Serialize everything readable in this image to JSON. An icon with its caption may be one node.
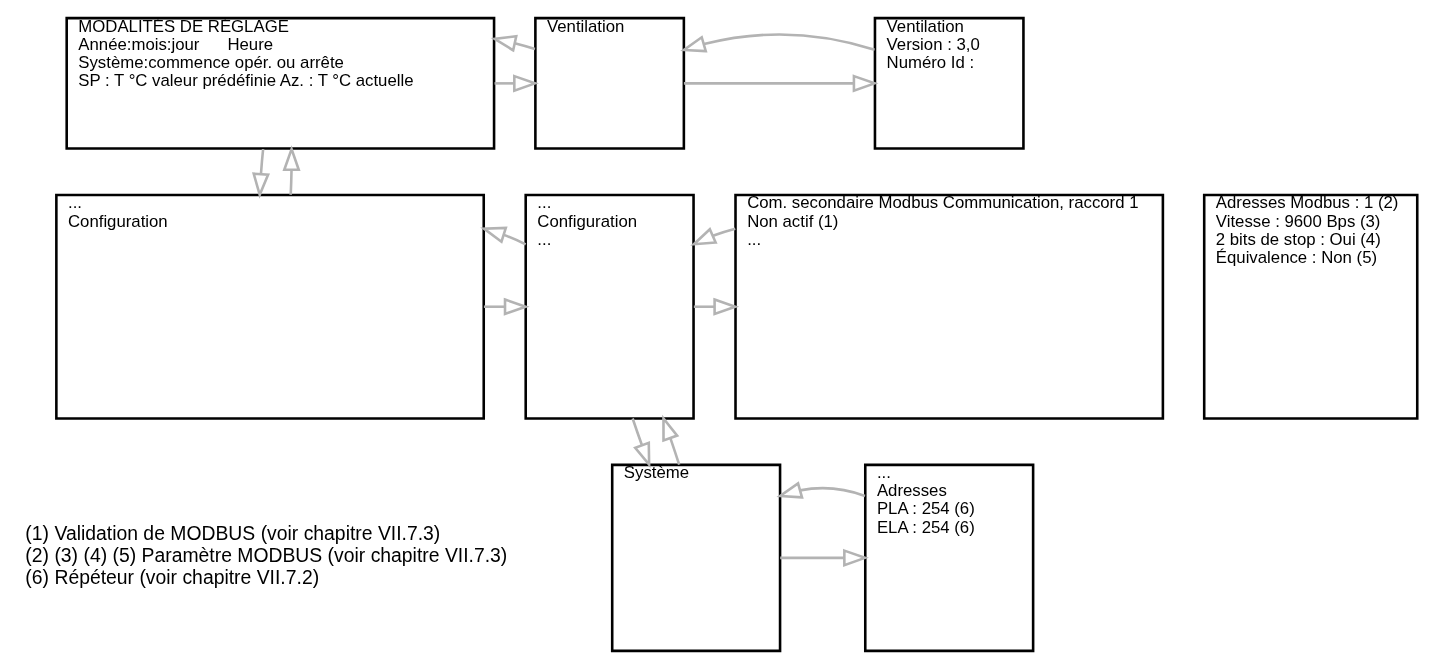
{
  "diagram": {
    "nodes": [
      {
        "text": [
          "MODALITÉS DE RÉGLAGE",
          "Année:mois:jour      Heure",
          "Système:commence opér. ou arrête",
          "SP : T °C valeur prédéfinie Az. : T °C actuelle"
        ]
      },
      {
        "text": [
          "Ventilation"
        ]
      },
      {
        "text": [
          "Ventilation",
          "Version : 3,0",
          "Numéro Id :"
        ]
      },
      {
        "text": [
          "...",
          "Configuration"
        ]
      },
      {
        "text": [
          "...",
          "Configuration",
          "..."
        ]
      },
      {
        "text": [
          "Com. secondaire Modbus Communication, raccord 1",
          "Non actif (1)",
          "..."
        ]
      },
      {
        "text": [
          "Adresses Modbus : 1 (2)",
          "Vitesse : 9600 Bps (3)",
          "2 bits de stop : Oui (4)",
          "Équivalence : Non (5)"
        ]
      },
      {
        "text": [
          "Système"
        ]
      },
      {
        "text": [
          "...",
          "Adresses",
          "PLA : 254 (6)",
          "ELA : 254 (6)"
        ]
      }
    ],
    "edges": [
      {
        "from": 0,
        "to": 1,
        "arrow": "to"
      },
      {
        "from": 1,
        "to": 0,
        "arrow": "to"
      },
      {
        "from": 1,
        "to": 2,
        "arrow": "to"
      },
      {
        "from": 2,
        "to": 1,
        "arrow": "to"
      },
      {
        "from": 0,
        "to": 3,
        "arrow": "to"
      },
      {
        "from": 3,
        "to": 0,
        "arrow": "to"
      },
      {
        "from": 3,
        "to": 4,
        "arrow": "to"
      },
      {
        "from": 4,
        "to": 3,
        "arrow": "to"
      },
      {
        "from": 4,
        "to": 5,
        "arrow": "to"
      },
      {
        "from": 5,
        "to": 4,
        "arrow": "to"
      },
      {
        "from": 4,
        "to": 7,
        "arrow": "to"
      },
      {
        "from": 7,
        "to": 4,
        "arrow": "to"
      },
      {
        "from": 7,
        "to": 8,
        "arrow": "to"
      },
      {
        "from": 8,
        "to": 7,
        "arrow": "to"
      }
    ],
    "labels": [
      "(1) Validation de MODBUS (voir chapitre VII.7.3)",
      "(2) (3) (4) (5) Paramètre MODBUS (voir chapitre VII.7.3)",
      "(6) Répéteur (voir chapitre VII.7.2)"
    ]
  }
}
